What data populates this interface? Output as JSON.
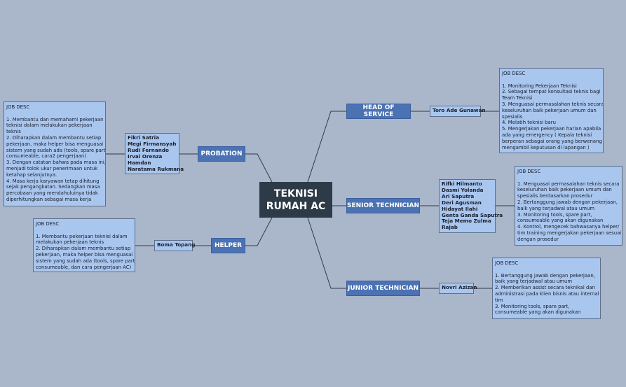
{
  "center": {
    "title": "TEKNISI\nRUMAH AC"
  },
  "head_of_service": {
    "label": "HEAD OF SERVICE",
    "names": [
      "Toro Ade Gunawan"
    ],
    "desc_title": "JOB DESC",
    "desc_lines": [
      "1. Monitoring Pekerjaan Teknisi",
      "2. Sebagai tempat konsultasi teknis bagi",
      "Team Teknisi",
      "3. Menguasai permasalahan teknis secara",
      "keseluruhan baik pekerjaan umum dan",
      "spesialis",
      "4. Melatih teknisi baru",
      "5. Mengerjakan pekerjaan harian apabila",
      "ada yang emergency ( Kepala teknisi",
      "berperan sebagai orang yang berwenang",
      "mengambil keputusan di lapangan )"
    ]
  },
  "senior_technician": {
    "label": "SENIOR TECHNICIAN",
    "names": [
      "Rifki Hilmanto",
      "Dasmi Yolanda",
      "Ari Saputra",
      "Deri Agusman",
      "Hidayat Ilahi",
      "Genta Ganda Saputra",
      "Teja Memo Zulma",
      "Rajab"
    ],
    "desc_title": "JOB DESC",
    "desc_lines": [
      "1. Menguasai permasalahan teknis secara",
      "keseluruhan baik pekerjaan umum dan",
      "spesialis berdasarkan prosedur",
      "2. Bertanggung jawab dengan pekerjaan,",
      "baik yang terjadwal atau umum",
      "3. Monitoring tools, spare part,",
      "consumeable yang akan digunakan",
      "4. Kontrol, mengecek bahwasanya helper/",
      "tim training mengerjakan pekerjaan sesuai",
      "dengan prosedur"
    ]
  },
  "junior_technician": {
    "label": "JUNIOR TECHNICIAN",
    "names": [
      "Novri Azizan"
    ],
    "desc_title": "JOB DESC",
    "desc_lines": [
      "1. Bertanggung jawab dengan pekerjaan,",
      "baik yang terjadwal atau umum",
      "2. Memberikan assist secara teknikal dan",
      "administrasi pada klien bisnis atau internal",
      "tim",
      "3. Monitoring tools, spare part,",
      "consumeable yang akan digunakan"
    ]
  },
  "probation": {
    "label": "PROBATION",
    "names": [
      "Fikri Satria",
      "Megi Firmansyah",
      "Rudi Fernando",
      "Irval Orenza",
      "Hamdan",
      "Naratama Rukmana"
    ],
    "desc_title": "JOB DESC",
    "desc_lines": [
      "1. Membantu dan memahami pekerjaan",
      "teknisi dalam melakukan pekerjaan",
      "teknis",
      "2. Diharapkan dalam membantu setiap",
      "pekerjaan, maka helper bisa menguasai",
      "sistem yang sudah ada (tools, spare part,",
      "consumeable, cara2 pengerjaan)",
      "3. Dengan catatan bahwa pada masa ini,",
      "menjadi tolok ukur penerimaan untuk",
      "ketahap selanjutnya.",
      "4. Masa kerja karyawan tetap dihitung",
      "sejak pengangkatan. Sedangkan masa",
      "percobaan yang mendahuluinya tidak",
      "diperhitungkan sebagai masa kerja"
    ]
  },
  "helper": {
    "label": "HELPER",
    "names": [
      "Boma Topang"
    ],
    "desc_title": "JOB DESC",
    "desc_lines": [
      "1. Membantu pekerjaan teknisi dalam",
      "melakukan pekerjaan teknis",
      "2. Diharapkan dalam membantu setiap",
      "pekerjaan, maka helper bisa menguasai",
      "sistem yang sudah ada (tools, spare part,",
      "consumeable, dan cara pengerjaan AC)"
    ]
  }
}
